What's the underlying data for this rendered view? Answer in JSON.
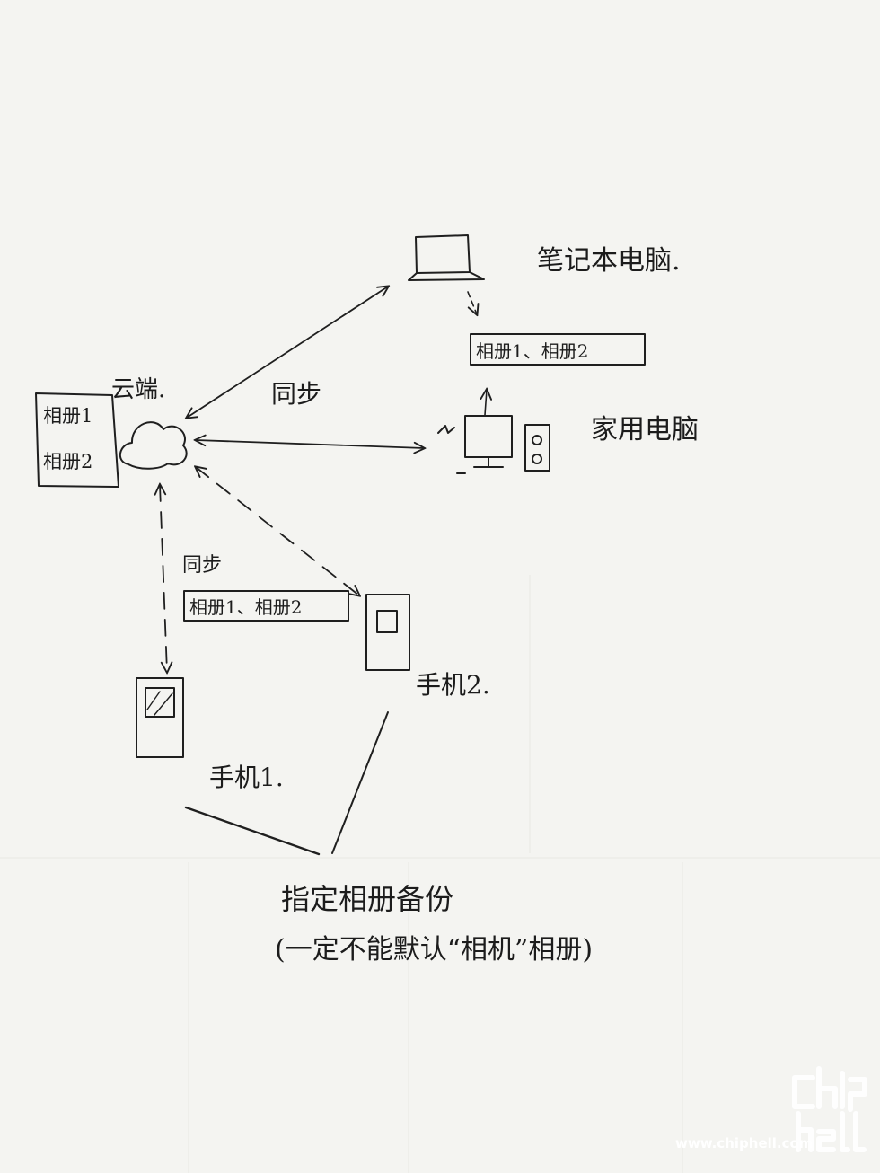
{
  "nodes": {
    "laptop": {
      "label": "笔记本电脑.",
      "album_box": "相册1、相册2"
    },
    "cloud": {
      "label": "云端.",
      "album_1": "相册1",
      "album_2": "相册2"
    },
    "desktop": {
      "label": "家用电脑"
    },
    "phone_1": {
      "label": "手机1."
    },
    "phone_2": {
      "label": "手机2.",
      "album_box": "相册1、相册2"
    }
  },
  "edges": {
    "laptop_cloud": {
      "label": "同步"
    },
    "cloud_phone1": {
      "label": "同步"
    }
  },
  "note": {
    "line_1": "指定相册备份",
    "line_2": "(一定不能默认“相机”相册)"
  },
  "watermark": {
    "url": "www.chiphell.com",
    "logo_text": "chip hell"
  },
  "colors": {
    "ink": "#1f1f1f",
    "paper": "#f4f4f1"
  }
}
